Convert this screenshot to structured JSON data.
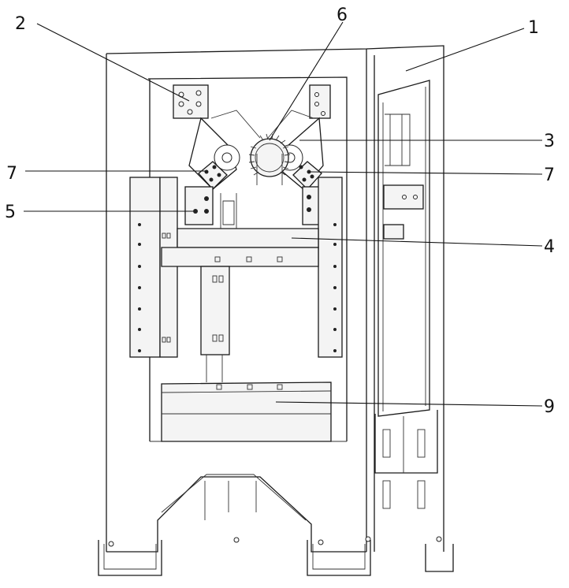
{
  "callouts": [
    {
      "label": "1",
      "meaning": "frame"
    },
    {
      "label": "2",
      "meaning": "upper mounting plate"
    },
    {
      "label": "3",
      "meaning": "link arm"
    },
    {
      "label": "4",
      "meaning": "slide beam"
    },
    {
      "label": "5",
      "meaning": "guide block"
    },
    {
      "label": "6",
      "meaning": "gear"
    },
    {
      "label": "7",
      "meaning": "pivot pin (left)"
    },
    {
      "label": "7",
      "meaning": "pivot pin (right)"
    },
    {
      "label": "9",
      "meaning": "work table"
    }
  ],
  "colors": {
    "line": "#1a1a1a",
    "background": "#ffffff"
  }
}
